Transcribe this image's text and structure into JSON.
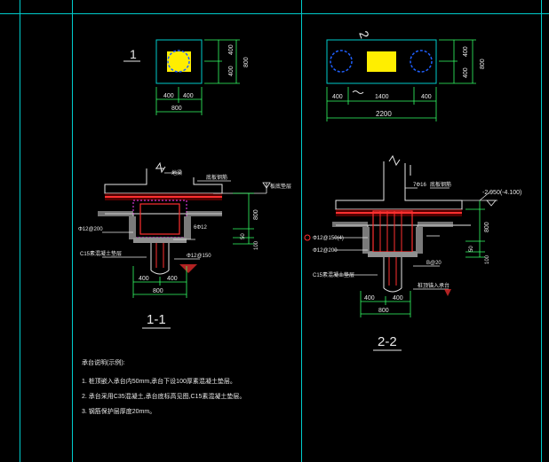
{
  "colors": {
    "background": "#000000",
    "frame": "#00cccc",
    "dimension": "#33ff66",
    "outline": "#e8e8e8",
    "rebar": "#ff3030",
    "concrete_hatch": "#ff40ff",
    "fill_yellow": "#ffee00",
    "pile_blue": "#2060ff",
    "annotation": "#ffffff"
  },
  "plan1": {
    "label": "1",
    "dims": {
      "left": "400",
      "right": "400",
      "total": "800",
      "top": "400",
      "bottom": "400",
      "height_total": "800"
    }
  },
  "plan2": {
    "label": "2",
    "dims": {
      "left": "400",
      "middle": "1400",
      "right": "400",
      "total": "2200",
      "top": "400",
      "bottom": "400",
      "height_total": "800"
    }
  },
  "section1": {
    "title": "1-1",
    "labels": {
      "beam_top": "地梁",
      "waterproof": "底板钢筋",
      "slab_label": "板底垫层",
      "rebar1": "Φ12@200",
      "rebar2": "Φ12@150",
      "bars": "6Φ12",
      "cushion": "C15素混凝土垫层",
      "dim_800": "800",
      "dim_50": "50",
      "dim_100": "100",
      "bottom_400a": "400",
      "bottom_400b": "400",
      "bottom_800": "800"
    }
  },
  "section2": {
    "title": "2-2",
    "labels": {
      "bars_top": "7Φ16",
      "waterproof": "底板钢筋",
      "elevation": "-2.950(-4.100)",
      "rebar1": "Φ12@150(4)",
      "rebar2": "Φ12@200",
      "stirrup": "B@20",
      "cushion": "C15素混凝土垫层",
      "pile": "桩顶锚入承台",
      "dim_800": "800",
      "dim_50": "50",
      "dim_100": "100",
      "bottom_400a": "400",
      "bottom_400b": "400",
      "bottom_800": "800"
    }
  },
  "notes": {
    "heading": "承台说明(示例):",
    "items": [
      "1. 桩顶嵌入承台内50mm,承台下设100厚素混凝土垫层。",
      "2. 承台采用C35混凝土,承台底标高见图,C15素混凝土垫层。",
      "3. 钢筋保护层厚度20mm。"
    ]
  }
}
